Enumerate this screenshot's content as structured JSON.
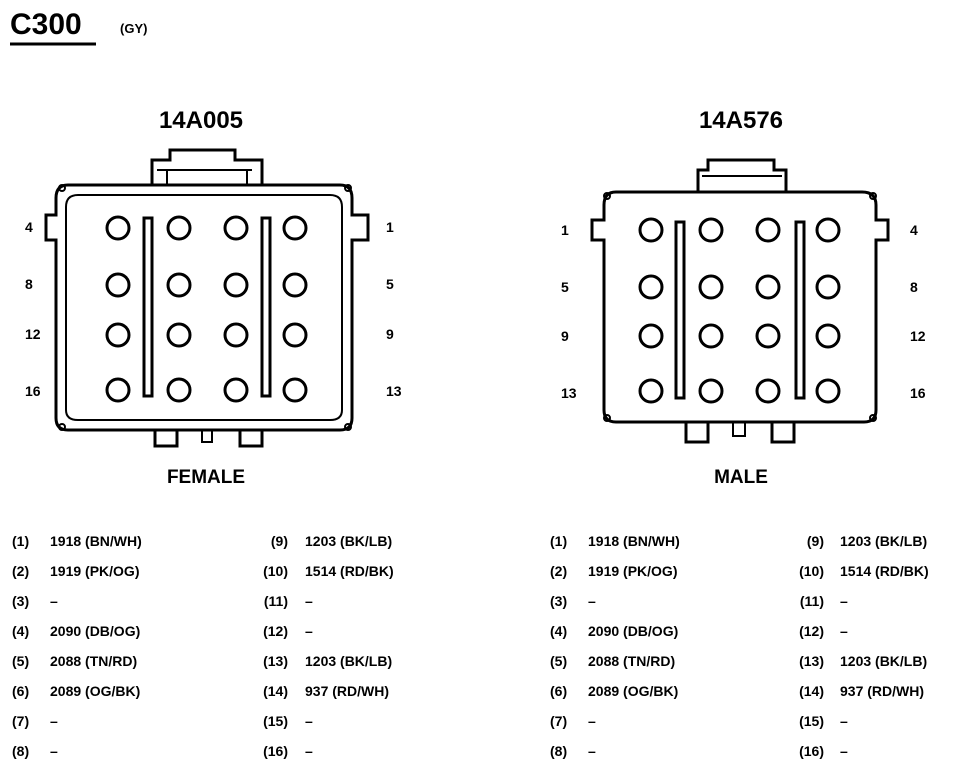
{
  "connector": {
    "id": "C300",
    "color_code": "(GY)"
  },
  "left": {
    "part": "14A005",
    "gender": "FEMALE",
    "labels_left": [
      "4",
      "8",
      "12",
      "16"
    ],
    "labels_right": [
      "1",
      "5",
      "9",
      "13"
    ]
  },
  "right": {
    "part": "14A576",
    "gender": "MALE",
    "labels_left": [
      "1",
      "5",
      "9",
      "13"
    ],
    "labels_right": [
      "4",
      "8",
      "12",
      "16"
    ]
  },
  "pins": [
    {
      "num": "(1)",
      "circuit": "1918 (BN/WH)"
    },
    {
      "num": "(2)",
      "circuit": "1919 (PK/OG)"
    },
    {
      "num": "(3)",
      "circuit": "–"
    },
    {
      "num": "(4)",
      "circuit": "2090 (DB/OG)"
    },
    {
      "num": "(5)",
      "circuit": "2088 (TN/RD)"
    },
    {
      "num": "(6)",
      "circuit": "2089 (OG/BK)"
    },
    {
      "num": "(7)",
      "circuit": "–"
    },
    {
      "num": "(8)",
      "circuit": "–"
    },
    {
      "num": "(9)",
      "circuit": "1203 (BK/LB)"
    },
    {
      "num": "(10)",
      "circuit": "1514 (RD/BK)"
    },
    {
      "num": "(11)",
      "circuit": "–"
    },
    {
      "num": "(12)",
      "circuit": "–"
    },
    {
      "num": "(13)",
      "circuit": "1203 (BK/LB)"
    },
    {
      "num": "(14)",
      "circuit": "937 (RD/WH)"
    },
    {
      "num": "(15)",
      "circuit": "–"
    },
    {
      "num": "(16)",
      "circuit": "–"
    }
  ]
}
